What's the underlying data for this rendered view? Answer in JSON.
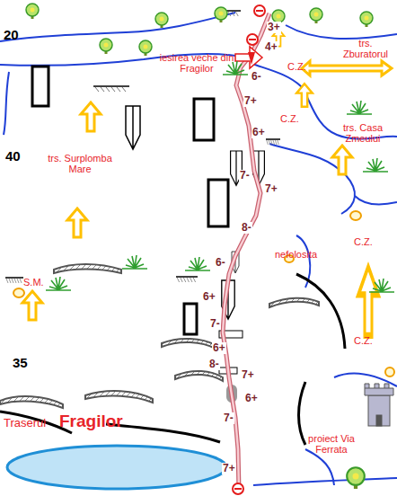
{
  "diagram": {
    "labels": [
      "20",
      "40",
      "35",
      "iesirea veche din Fragilor",
      "trs. Zburatorul",
      "trs. Casa Zmeului",
      "trs. Surplomba Mare",
      "C.Z.",
      "C.Z.",
      "C.Z.",
      "C.Z.",
      "S.M.",
      "nefolosita",
      "Traserul",
      "Fragilor",
      "proiect Via Ferrata",
      "3+",
      "4+",
      "6-",
      "7+",
      "6+",
      "7-",
      "7+",
      "8-",
      "6-",
      "6+",
      "7-",
      "6+",
      "8-",
      "7+",
      "6+",
      "7-",
      "7+"
    ]
  }
}
